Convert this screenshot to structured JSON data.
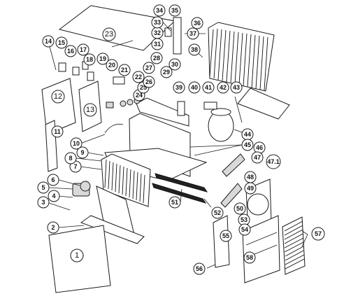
{
  "diagram": {
    "part_numbers": [
      "1",
      "2",
      "3",
      "4",
      "5",
      "6",
      "7",
      "8",
      "9",
      "10",
      "11",
      "12",
      "13",
      "14",
      "15",
      "16",
      "17",
      "18",
      "19",
      "20",
      "21",
      "22",
      "23",
      "24",
      "25",
      "26",
      "27",
      "28",
      "29",
      "30",
      "31",
      "32",
      "33",
      "34",
      "35",
      "36",
      "37",
      "38",
      "39",
      "40",
      "41",
      "42",
      "43",
      "44",
      "45",
      "46",
      "47",
      "47.1",
      "48",
      "49",
      "50",
      "51",
      "52",
      "53",
      "54",
      "55",
      "56",
      "57",
      "58"
    ]
  }
}
